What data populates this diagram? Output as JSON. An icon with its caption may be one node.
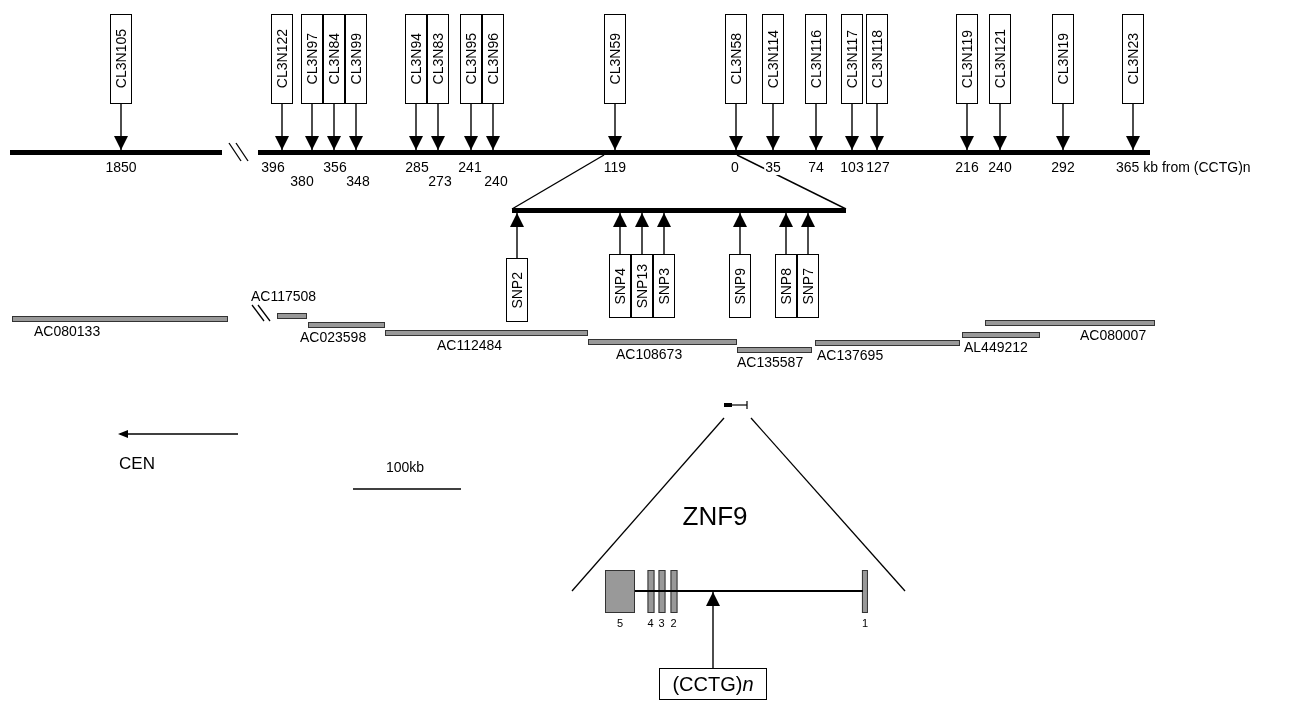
{
  "diagram": {
    "nodes": [
      {
        "text": [
          "CL3N105"
        ]
      },
      {
        "text": [
          "CL3N122"
        ]
      },
      {
        "text": [
          "CL3N97"
        ]
      },
      {
        "text": [
          "CL3N84"
        ]
      },
      {
        "text": [
          "CL3N99"
        ]
      },
      {
        "text": [
          "CL3N94"
        ]
      },
      {
        "text": [
          "CL3N83"
        ]
      },
      {
        "text": [
          "CL3N95"
        ]
      },
      {
        "text": [
          "CL3N96"
        ]
      },
      {
        "text": [
          "CL3N59"
        ]
      },
      {
        "text": [
          "CL3N58"
        ]
      },
      {
        "text": [
          "CL3N114"
        ]
      },
      {
        "text": [
          "CL3N116"
        ]
      },
      {
        "text": [
          "CL3N117"
        ]
      },
      {
        "text": [
          "CL3N118"
        ]
      },
      {
        "text": [
          "CL3N119"
        ]
      },
      {
        "text": [
          "CL3N121"
        ]
      },
      {
        "text": [
          "CL3N19"
        ]
      },
      {
        "text": [
          "CL3N23"
        ]
      },
      {
        "text": [],
        "shape": "bar"
      },
      {
        "text": [],
        "shape": "bar"
      },
      {
        "text": [],
        "shape": "bar"
      },
      {
        "text": [
          "SNP2"
        ]
      },
      {
        "text": [
          "SNP4"
        ]
      },
      {
        "text": [
          "SNP13"
        ]
      },
      {
        "text": [
          "SNP3"
        ]
      },
      {
        "text": [
          "SNP9"
        ]
      },
      {
        "text": [
          "SNP8"
        ]
      },
      {
        "text": [
          "SNP7"
        ]
      },
      {
        "text": [
          "AC080133"
        ]
      },
      {
        "text": [
          "AC117508"
        ]
      },
      {
        "text": [
          "AC023598"
        ]
      },
      {
        "text": [
          "AC112484"
        ]
      },
      {
        "text": [
          "AC108673"
        ]
      },
      {
        "text": [
          "AC135587"
        ]
      },
      {
        "text": [
          "AC137695"
        ]
      },
      {
        "text": [
          "AL449212"
        ]
      },
      {
        "text": [
          "AC080007"
        ]
      },
      {
        "text": [
          "5"
        ]
      },
      {
        "text": [
          "4"
        ]
      },
      {
        "text": [
          "3"
        ]
      },
      {
        "text": [
          "2"
        ]
      },
      {
        "text": [
          "1"
        ]
      },
      {
        "text": [],
        "shape": "bar"
      },
      {
        "text": [
          "(CCTG)*n*"
        ]
      }
    ],
    "edges": [
      {
        "from": 0,
        "to": 19,
        "arrow": "to"
      },
      {
        "from": 1,
        "to": 20,
        "arrow": "to"
      },
      {
        "from": 2,
        "to": 20,
        "arrow": "to"
      },
      {
        "from": 3,
        "to": 20,
        "arrow": "to"
      },
      {
        "from": 4,
        "to": 20,
        "arrow": "to"
      },
      {
        "from": 5,
        "to": 20,
        "arrow": "to"
      },
      {
        "from": 6,
        "to": 20,
        "arrow": "to"
      },
      {
        "from": 7,
        "to": 20,
        "arrow": "to"
      },
      {
        "from": 8,
        "to": 20,
        "arrow": "to"
      },
      {
        "from": 9,
        "to": 20,
        "arrow": "to"
      },
      {
        "from": 10,
        "to": 20,
        "arrow": "to"
      },
      {
        "from": 11,
        "to": 20,
        "arrow": "to"
      },
      {
        "from": 12,
        "to": 20,
        "arrow": "to"
      },
      {
        "from": 13,
        "to": 20,
        "arrow": "to"
      },
      {
        "from": 14,
        "to": 20,
        "arrow": "to"
      },
      {
        "from": 15,
        "to": 20,
        "arrow": "to"
      },
      {
        "from": 16,
        "to": 20,
        "arrow": "to"
      },
      {
        "from": 17,
        "to": 20,
        "arrow": "to"
      },
      {
        "from": 18,
        "to": 20,
        "arrow": "to"
      },
      {
        "from": 22,
        "to": 21,
        "arrow": "to"
      },
      {
        "from": 23,
        "to": 21,
        "arrow": "to"
      },
      {
        "from": 24,
        "to": 21,
        "arrow": "to"
      },
      {
        "from": 25,
        "to": 21,
        "arrow": "to"
      },
      {
        "from": 26,
        "to": 21,
        "arrow": "to"
      },
      {
        "from": 27,
        "to": 21,
        "arrow": "to"
      },
      {
        "from": 28,
        "to": 21,
        "arrow": "to"
      },
      {
        "from": 44,
        "to": 43,
        "arrow": "to"
      },
      {
        "from": 20,
        "to": 21,
        "arrow": "none"
      },
      {
        "from": 20,
        "to": 21,
        "arrow": "none"
      }
    ],
    "labels": [
      "1850",
      "396",
      "356",
      "285",
      "241",
      "119",
      "0",
      "35",
      "74",
      "103",
      "127",
      "216",
      "240",
      "292",
      "365 kb from (CCTG)n",
      "380",
      "348",
      "273",
      "240",
      "ZNF9",
      "CEN",
      "100kb"
    ]
  }
}
